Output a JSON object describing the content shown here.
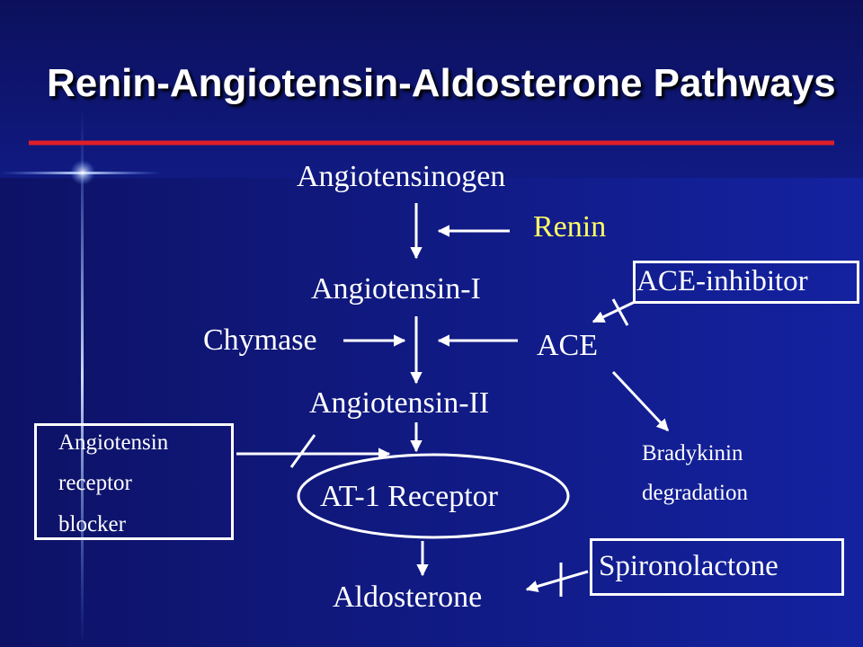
{
  "title": "Renin-Angiotensin-Aldosterone Pathways",
  "nodes": {
    "angiotensinogen": "Angiotensinogen",
    "renin": "Renin",
    "angiotensin_i": "Angiotensin-I",
    "ace_inhibitor": "ACE-inhibitor",
    "chymase": "Chymase",
    "ace": "ACE",
    "angiotensin_ii": "Angiotensin-II",
    "arb_line1": "Angiotensin",
    "arb_line2": "receptor",
    "arb_line3": "blocker",
    "bradykinin_line1": "Bradykinin",
    "bradykinin_line2": "degradation",
    "at1_receptor": "AT-1 Receptor",
    "spironolactone": "Spironolactone",
    "aldosterone": "Aldosterone"
  },
  "colors": {
    "background": "#0f146e",
    "title_underline": "#e01e2a",
    "renin_text": "#ffff66",
    "text": "#ffffff"
  }
}
